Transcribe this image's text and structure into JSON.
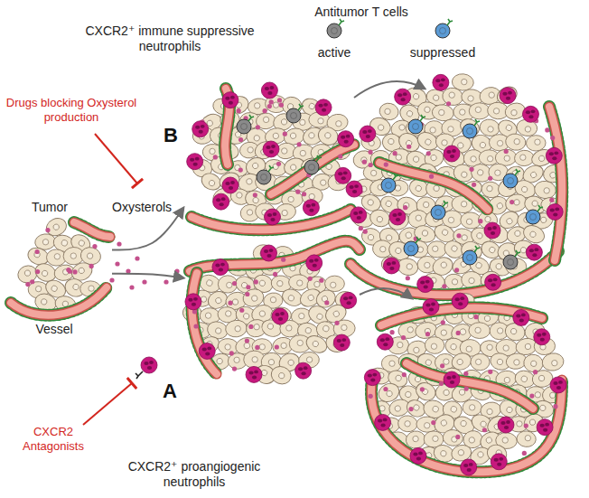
{
  "diagram": {
    "nodes": [
      {
        "text": [
          "Tumor"
        ]
      },
      {
        "text": [
          "B"
        ]
      },
      {
        "text": [
          "A"
        ]
      }
    ],
    "edges": [
      {
        "from": 0,
        "to": 1,
        "arrow": "to"
      },
      {
        "from": 0,
        "to": 2,
        "arrow": "to"
      }
    ],
    "labels": [
      "Antitumor T cells",
      "active",
      "suppressed",
      "CXCR2⁺ immune suppressive neutrophils",
      "Drugs blocking Oxysterol production",
      "Oxysterols",
      "Vessel",
      "CXCR2 Antagonists",
      "CXCR2⁺ proangiogenic neutrophils"
    ]
  }
}
